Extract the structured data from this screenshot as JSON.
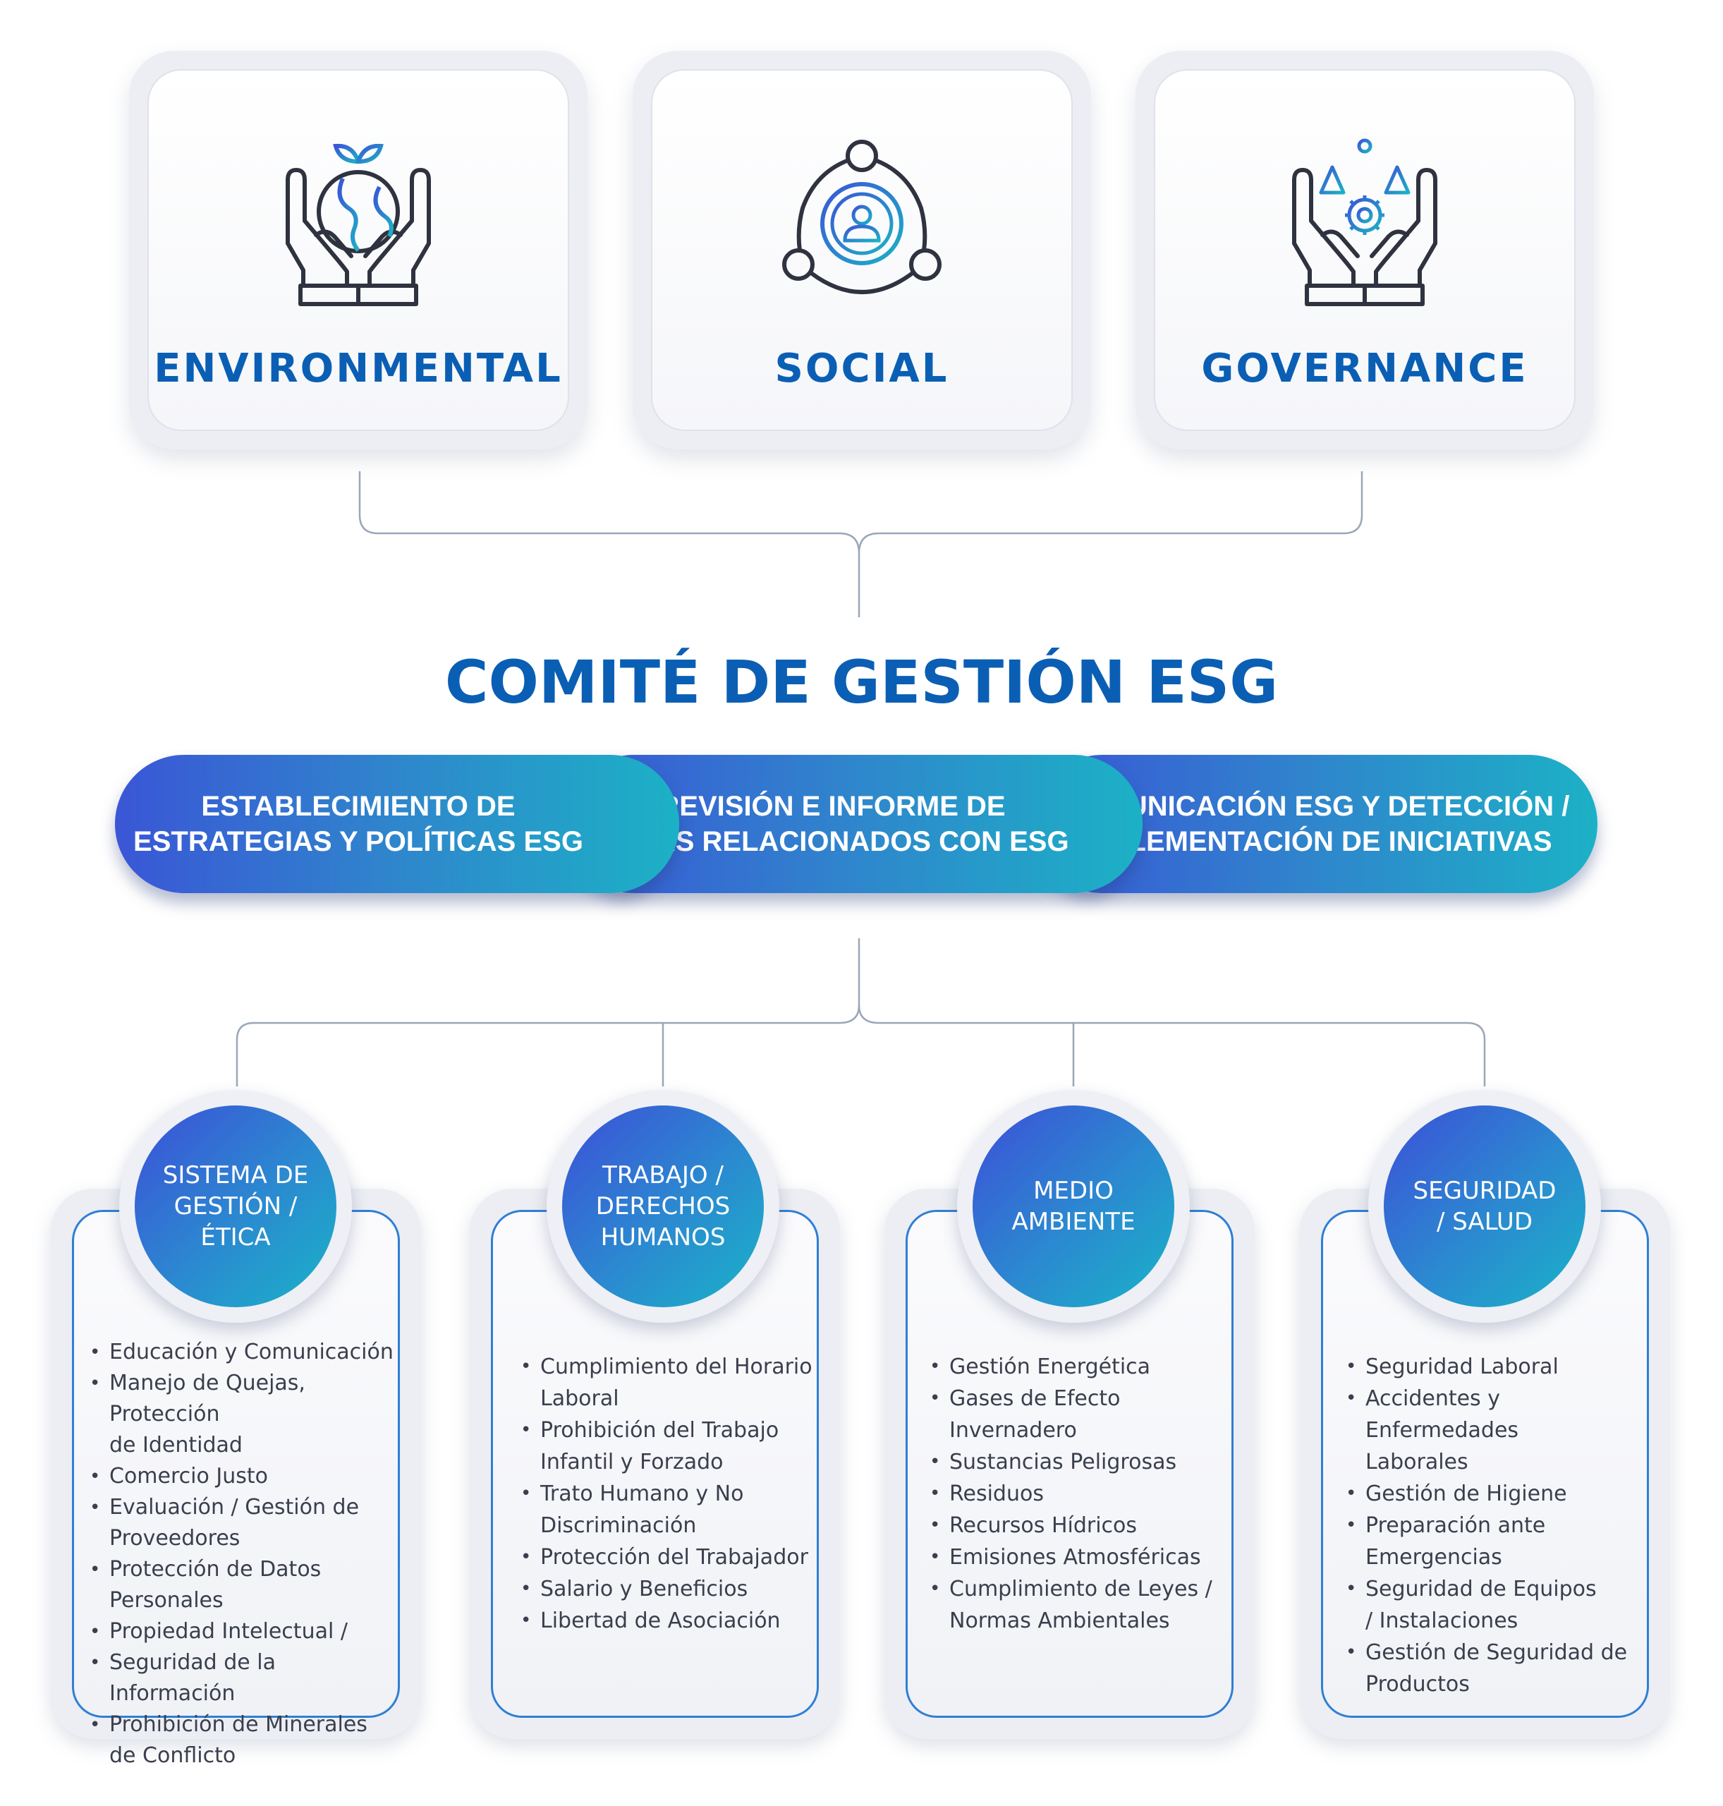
{
  "pillars": [
    {
      "title": "ENVIRONMENTAL",
      "icon": "hands-globe-plant-icon"
    },
    {
      "title": "SOCIAL",
      "icon": "social-network-person-icon"
    },
    {
      "title": "GOVERNANCE",
      "icon": "hands-scales-gear-icon"
    }
  ],
  "committee": {
    "title": "COMITÉ DE GESTIÓN ESG"
  },
  "functions": [
    {
      "label": "ESTABLECIMIENTO DE\nESTRATEGIAS Y POLÍTICAS ESG"
    },
    {
      "label": "REVISIÓN E INFORME DE\nTEMAS RELACIONADOS CON ESG"
    },
    {
      "label": "COMUNICACIÓN ESG Y DETECCIÓN /\nIMPLEMENTACIÓN DE INICIATIVAS"
    }
  ],
  "areas": [
    {
      "title": "SISTEMA DE\nGESTIÓN /\nÉTICA",
      "items": [
        "Educación y Comunicación",
        "Manejo de Quejas, Protección\nde Identidad",
        "Comercio Justo",
        "Evaluación / Gestión de\nProveedores",
        "Protección de Datos\nPersonales",
        "Propiedad Intelectual /",
        "Seguridad de la Información",
        "Prohibición de Minerales\nde Conflicto"
      ]
    },
    {
      "title": "TRABAJO /\nDERECHOS\nHUMANOS",
      "items": [
        "Cumplimiento del Horario\nLaboral",
        "Prohibición del Trabajo\nInfantil y Forzado",
        "Trato Humano y No\nDiscriminación",
        "Protección del Trabajador",
        "Salario y Beneficios",
        "Libertad de Asociación"
      ]
    },
    {
      "title": "MEDIO\nAMBIENTE",
      "items": [
        "Gestión Energética",
        "Gases de Efecto Invernadero",
        "Sustancias Peligrosas",
        "Residuos",
        "Recursos Hídricos",
        "Emisiones Atmosféricas",
        "Cumplimiento de Leyes /\nNormas Ambientales"
      ]
    },
    {
      "title": "SEGURIDAD\n/ SALUD",
      "items": [
        "Seguridad Laboral",
        "Accidentes y Enfermedades\nLaborales",
        "Gestión de Higiene",
        "Preparación ante\nEmergencias",
        "Seguridad de Equipos\n/ Instalaciones",
        "Gestión de Seguridad de\nProductos"
      ]
    }
  ],
  "colors": {
    "brand_blue": "#0a5fb4",
    "gradient_start": "#3a56d6",
    "gradient_end": "#1cb1c6",
    "line": "#9aa7b8"
  }
}
